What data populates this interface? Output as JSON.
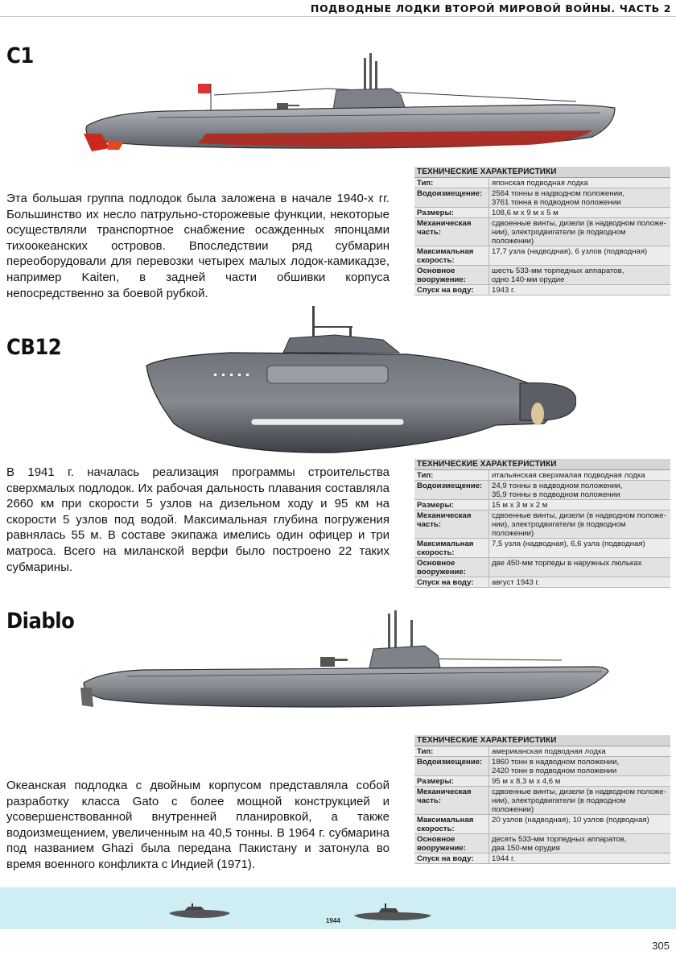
{
  "header": {
    "title": "ПОДВОДНЫЕ ЛОДКИ ВТОРОЙ МИРОВОЙ ВОЙНЫ. ЧАСТЬ 2"
  },
  "colors": {
    "hull_grey": "#8e9298",
    "hull_dark": "#5a5f66",
    "anti_fouling_red": "#b0281e",
    "footer_strip": "#cfeef4"
  },
  "sections": [
    {
      "title": "C1",
      "description": "Эта большая группа подлодок была заложена в начале 1940-х гг. Большинство их несло патрульно-сторожевые функции, некоторые осуществляли транспортное снабжение осажденных японцами тихоокеанских островов. Впоследствии ряд субмарин переоборудовали для перевозки четырех малых лодок-камикадзе, например Kaiten, в задней части обшивки корпуса непосредственно за боевой рубкой.",
      "specs_header": "ТЕХНИЧЕСКИЕ ХАРАКТЕРИСТИКИ",
      "specs": [
        {
          "label": "Тип:",
          "value": [
            "японская подводная лодка"
          ]
        },
        {
          "label": "Водоизмещение:",
          "value": [
            "2564 тонны в надводном положении,",
            "3761 тонна в подводном положении"
          ]
        },
        {
          "label": "Размеры:",
          "value": [
            "108,6 м х 9 м х 5 м"
          ]
        },
        {
          "label": "Механическая часть:",
          "value": [
            "сдвоенные винты, дизели (в надводном положе-",
            "нии), электродвигатели (в подводном положении)"
          ]
        },
        {
          "label": "Максимальная скорость:",
          "value": [
            "17,7 узла (надводная), 6 узлов (подводная)"
          ]
        },
        {
          "label": "Основное вооружение:",
          "value": [
            "шесть 533-мм торпедных аппаратов,",
            "одно 140-мм орудие"
          ]
        },
        {
          "label": "Спуск на воду:",
          "value": [
            "1943 г."
          ]
        }
      ]
    },
    {
      "title": "CB12",
      "description": "В 1941 г. началась реализация программы строительства сверхмалых подлодок. Их рабочая дальность плавания составляла 2660 км при скорости 5 узлов на дизельном ходу и 95 км на скорости 5 узлов под водой. Максимальная глубина погружения равнялась 55 м. В составе экипажа имелись один офицер и три матроса. Всего на миланской верфи было построено 22 таких субмарины.",
      "specs_header": "ТЕХНИЧЕСКИЕ ХАРАКТЕРИСТИКИ",
      "specs": [
        {
          "label": "Тип:",
          "value": [
            "итальянская сверхмалая подводная лодка"
          ]
        },
        {
          "label": "Водоизмещение:",
          "value": [
            "24,9 тонны в надводном положении,",
            "35,9 тонны в подводном положении"
          ]
        },
        {
          "label": "Размеры:",
          "value": [
            "15 м х 3 м х 2 м"
          ]
        },
        {
          "label": "Механическая часть:",
          "value": [
            "сдвоенные винты, дизели (в надводном положе-",
            "нии), электродвигатели (в подводном положении)"
          ]
        },
        {
          "label": "Максимальная скорость:",
          "value": [
            "7,5 узла (надводная), 6,6 узла (подводная)"
          ]
        },
        {
          "label": "Основное вооружение:",
          "value": [
            "две 450-мм торпеды в наружных люльках"
          ]
        },
        {
          "label": "Спуск на воду:",
          "value": [
            "август 1943 г."
          ]
        }
      ]
    },
    {
      "title": "Diablo",
      "description": "Океанская подлодка с двойным корпусом представляла собой разработку класса Gato с более мощной конструкцией и усовершенствованной внутренней планировкой, а также водоизмещением, увеличенным на 40,5 тонны. В 1964 г. субмарина под названием Ghazi была передана Пакистану и затонула во время военного конфликта с Индией (1971).",
      "specs_header": "ТЕХНИЧЕСКИЕ ХАРАКТЕРИСТИКИ",
      "specs": [
        {
          "label": "Тип:",
          "value": [
            "американская подводная лодка"
          ]
        },
        {
          "label": "Водоизмещение:",
          "value": [
            "1860 тонн в надводном положении,",
            "2420 тонн в подводном положении"
          ]
        },
        {
          "label": "Размеры:",
          "value": [
            "95 м х 8,3 м х 4,6 м"
          ]
        },
        {
          "label": "Механическая часть:",
          "value": [
            "сдвоенные винты, дизели (в надводном положе-",
            "нии), электродвигатели (в подводном положении)"
          ]
        },
        {
          "label": "Максимальная скорость:",
          "value": [
            "20 узлов (надводная), 10 узлов (подводная)"
          ]
        },
        {
          "label": "Основное вооружение:",
          "value": [
            "десять 533-мм торпедных аппаратов,",
            "два 150-мм орудия"
          ]
        },
        {
          "label": "Спуск на воду:",
          "value": [
            "1944 г."
          ]
        }
      ]
    }
  ],
  "footer": {
    "year_mark": "1944",
    "page_number": "305"
  }
}
